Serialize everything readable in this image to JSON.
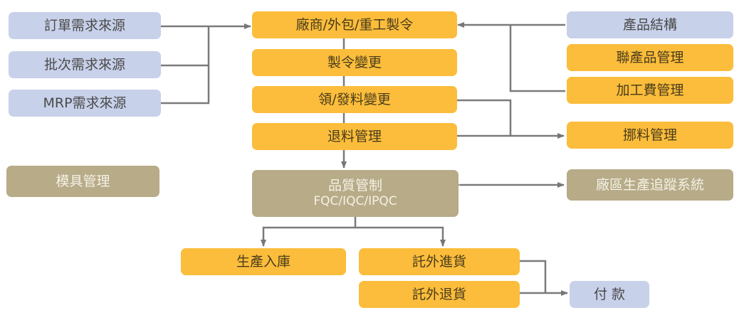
{
  "diagram": {
    "colors": {
      "blue": "#c8d1ea",
      "amber": "#fbbd3b",
      "khaki": "#b7ab88",
      "line": "#777777"
    },
    "demand_sources": [
      "訂單需求來源",
      "批次需求來源",
      "MRP需求來源"
    ],
    "mold": "模具管理",
    "main_chain": [
      "廠商/外包/重工製令",
      "製令變更",
      "領/發料變更",
      "退料管理"
    ],
    "right_column": {
      "bom": "產品結構",
      "coproduct": "聯產品管理",
      "processing_fee": "加工費管理",
      "material_transfer": "挪料管理"
    },
    "quality": {
      "title": "品質管制",
      "subtitle": "FQC/IQC/IPQC"
    },
    "tracking": "廠區生產追蹤系統",
    "outputs": {
      "warehouse_in": "生產入庫",
      "outsource_in": "託外進貨",
      "outsource_return": "託外退貨"
    },
    "payment": "付 款"
  }
}
